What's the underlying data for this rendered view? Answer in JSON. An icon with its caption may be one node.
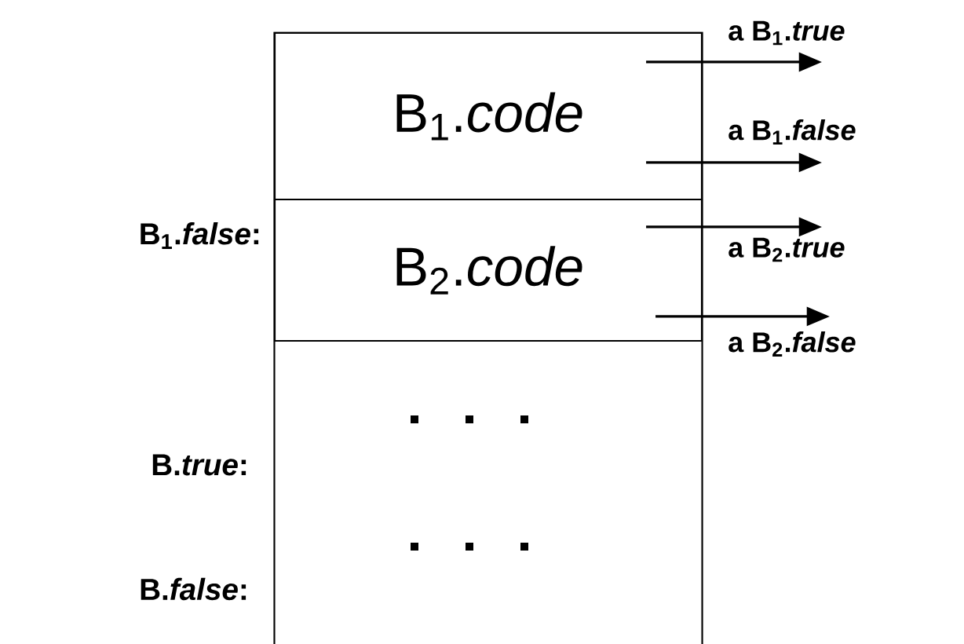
{
  "diagram": {
    "nodes": [
      {
        "text": [],
        "shape": "box"
      },
      {
        "text": [
          "B$_{1}$.*code*"
        ],
        "in": 0
      },
      {
        "text": [
          "B$_{2}$.*code*"
        ],
        "in": 0
      }
    ],
    "edges": [
      {
        "from": 1,
        "to": null,
        "arrow": "to",
        "label": "a B$_{1}$.*true*"
      },
      {
        "from": 1,
        "to": null,
        "arrow": "to",
        "label": "a B$_{1}$.*false*"
      },
      {
        "from": 2,
        "to": null,
        "arrow": "to",
        "label": "a B$_{2}$.*true*"
      },
      {
        "from": 2,
        "to": null,
        "arrow": "to",
        "label": "a B$_{2}$.*false*"
      }
    ],
    "labels": [
      "B$_{1}$.*false*:",
      "B.*true*:",
      "B.*false*:"
    ]
  }
}
